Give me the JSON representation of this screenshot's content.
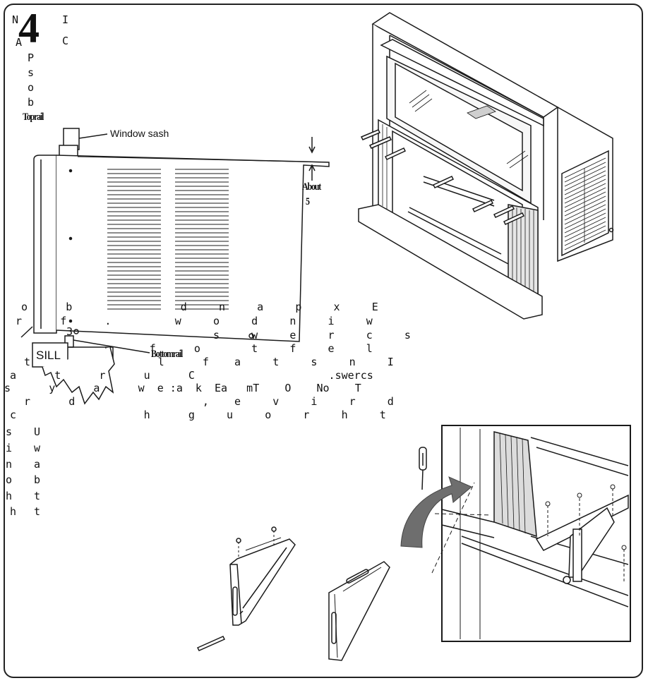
{
  "step": {
    "number": "4"
  },
  "header_fragments": {
    "left_col": [
      "N",
      "A",
      "P",
      "s",
      "o",
      "b"
    ],
    "right_col": [
      "I",
      "C"
    ]
  },
  "labels": {
    "top_rail": "Toprail",
    "window_sash": "Window sash",
    "about": "About",
    "about_value": "5",
    "bottom_rail": "Bottomrail",
    "sill": "SILL",
    "num3": "3"
  },
  "scrambled_text": {
    "row1": "o      b                 d     n     a     p     x     E",
    "row2": "r      f      .          w     o     d     n     i     w",
    "row3": "                               s     w     e     r     c     s",
    "row4": "                     f      o        t     f     e     l",
    "row5": "t                    l      f    a     t     s     n     I",
    "row6": "a      t      r      u      C                     .swercs",
    "row7": "s      y      a      w  e :a  k  Ea   mT    O    No    T",
    "row8": "r      d                    ,    e     v     i     r     d",
    "row9": "c                    h      g     u     o     r     h     t",
    "col_left": [
      "s",
      "i",
      "n",
      "o",
      "h",
      "h"
    ],
    "col_right": [
      "U",
      "w",
      "a",
      "b",
      "t",
      "t"
    ]
  },
  "colors": {
    "line": "#1a1a1a",
    "arrow": "#6e6e6e",
    "fill_light": "#f2f2f2",
    "fill_mid": "#d9d9d9"
  }
}
